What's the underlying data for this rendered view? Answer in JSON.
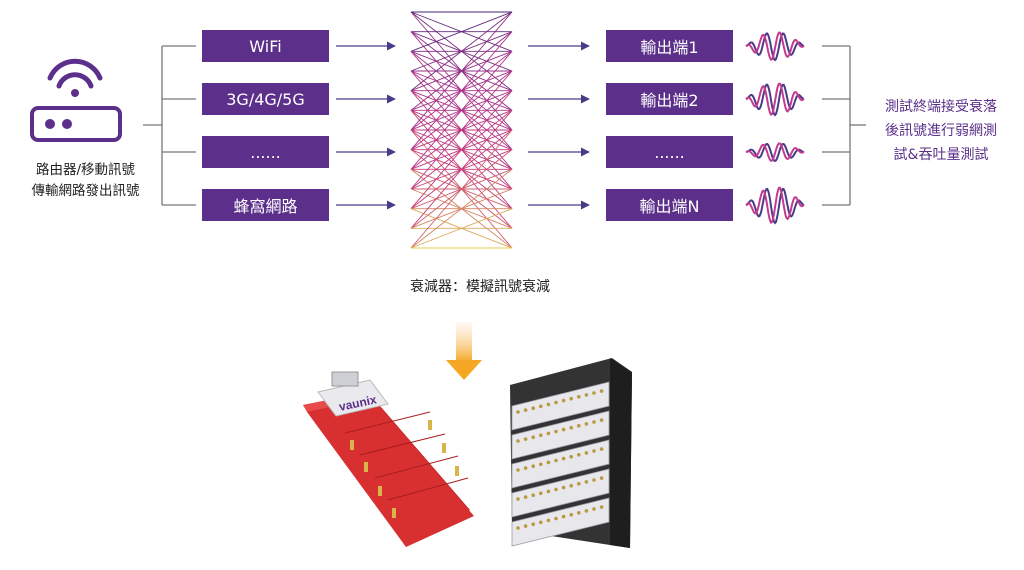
{
  "inputs": [
    "WiFi",
    "3G/4G/5G",
    "......",
    "蜂窩網路"
  ],
  "outputs": [
    "輸出端1",
    "輸出端2",
    "......",
    "輸出端N"
  ],
  "router_caption": {
    "line1": "路由器/移動訊號",
    "line2": "傳輸網路發出訊號"
  },
  "right_caption": {
    "line1": "測試終端接受衰落",
    "line2": "後訊號進行弱網測",
    "line3": "試&吞吐量測試"
  },
  "attenuator_caption": "衰減器：模擬訊號衰減",
  "device_brand": "vaunix",
  "colors": {
    "primary": "#5b2f8a",
    "magenta": "#c43a8e",
    "yellow": "#e6d84a",
    "arrow_orange": "#f5a623",
    "device_red": "#d52b2b"
  },
  "icons": {
    "router": "wifi-router-icon",
    "wave": "sine-wave-icon",
    "arrow": "gradient-down-arrow-icon"
  }
}
